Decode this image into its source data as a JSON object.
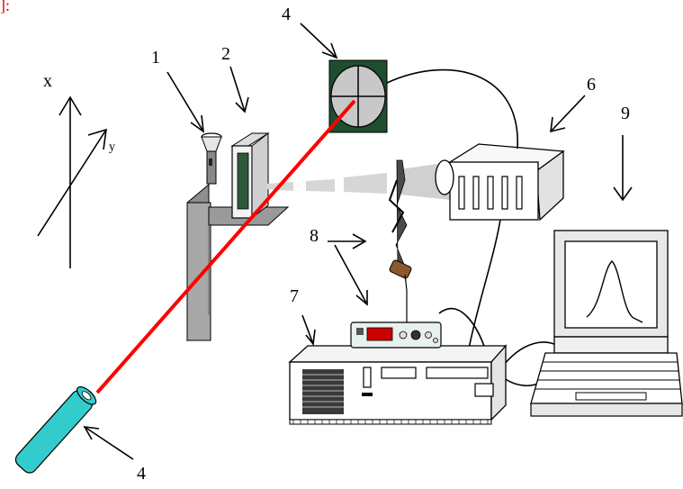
{
  "labels": {
    "n1": "1",
    "n2": "2",
    "n4_top": "4",
    "n4_bottom": "4",
    "n6": "6",
    "n7": "7",
    "n8": "8",
    "n9": "9",
    "axis_x": "x",
    "axis_y": "y",
    "corner_fragment": "]:"
  },
  "colors": {
    "laser_beam": "#ff0000",
    "laser_body": "#33cccc",
    "photodetector_bg": "#1f4d2f",
    "photodetector_face": "#c8c8c8",
    "mount_gray": "#a0a0a0",
    "probe_tip": "#8b5a2b"
  },
  "components": [
    {
      "id": "1",
      "icon": "light-source-icon"
    },
    {
      "id": "2",
      "icon": "sample-slide-icon"
    },
    {
      "id": "4",
      "icon": "quadrant-photodetector-icon"
    },
    {
      "id": "4",
      "icon": "laser-emitter-icon"
    },
    {
      "id": "6",
      "icon": "camera-icon"
    },
    {
      "id": "7",
      "icon": "controller-box-icon"
    },
    {
      "id": "8",
      "icon": "function-generator-icon"
    },
    {
      "id": "9",
      "icon": "computer-icon"
    }
  ]
}
